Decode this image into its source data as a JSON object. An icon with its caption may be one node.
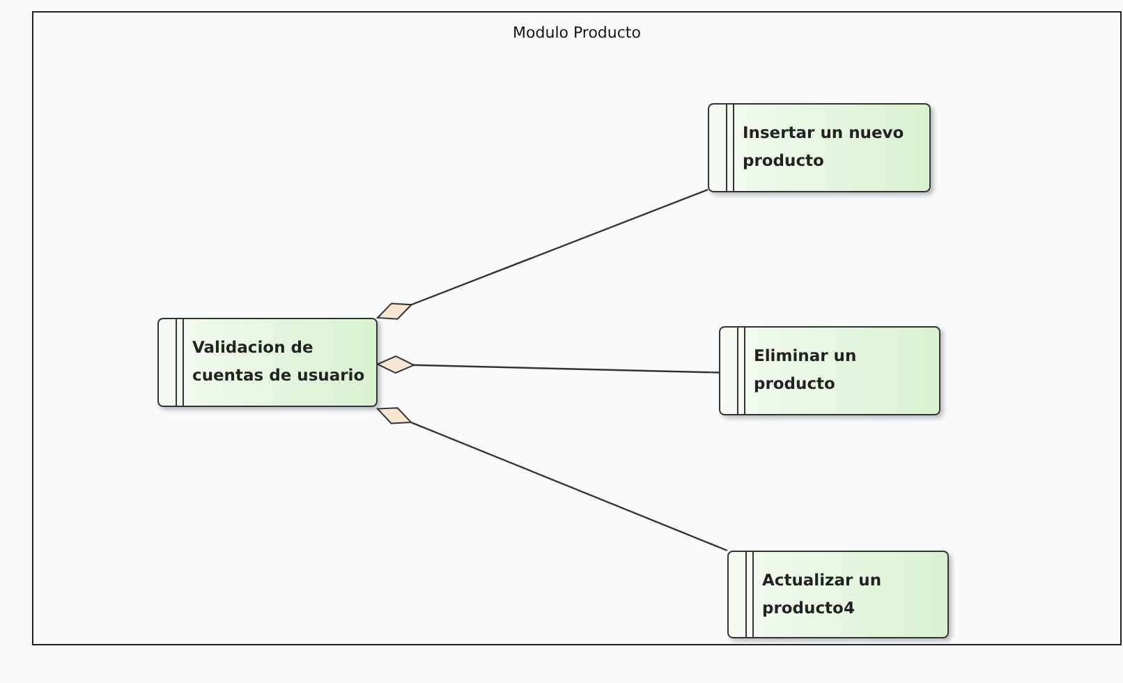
{
  "diagram": {
    "nodes": [
      {
        "text": [
          "Modulo Producto"
        ]
      },
      {
        "text": [
          "Insertar un nuevo producto"
        ],
        "in": 0
      },
      {
        "text": [
          "Validacion de cuentas de usuario"
        ],
        "in": 0
      },
      {
        "text": [
          "Eliminar un producto"
        ],
        "in": 0
      },
      {
        "text": [
          "Actualizar un producto4"
        ],
        "in": 0
      }
    ],
    "edges": [
      {
        "from": 2,
        "to": 1,
        "arrow": "other"
      },
      {
        "from": 2,
        "to": 3,
        "arrow": "other"
      },
      {
        "from": 2,
        "to": 4,
        "arrow": "other"
      }
    ]
  }
}
